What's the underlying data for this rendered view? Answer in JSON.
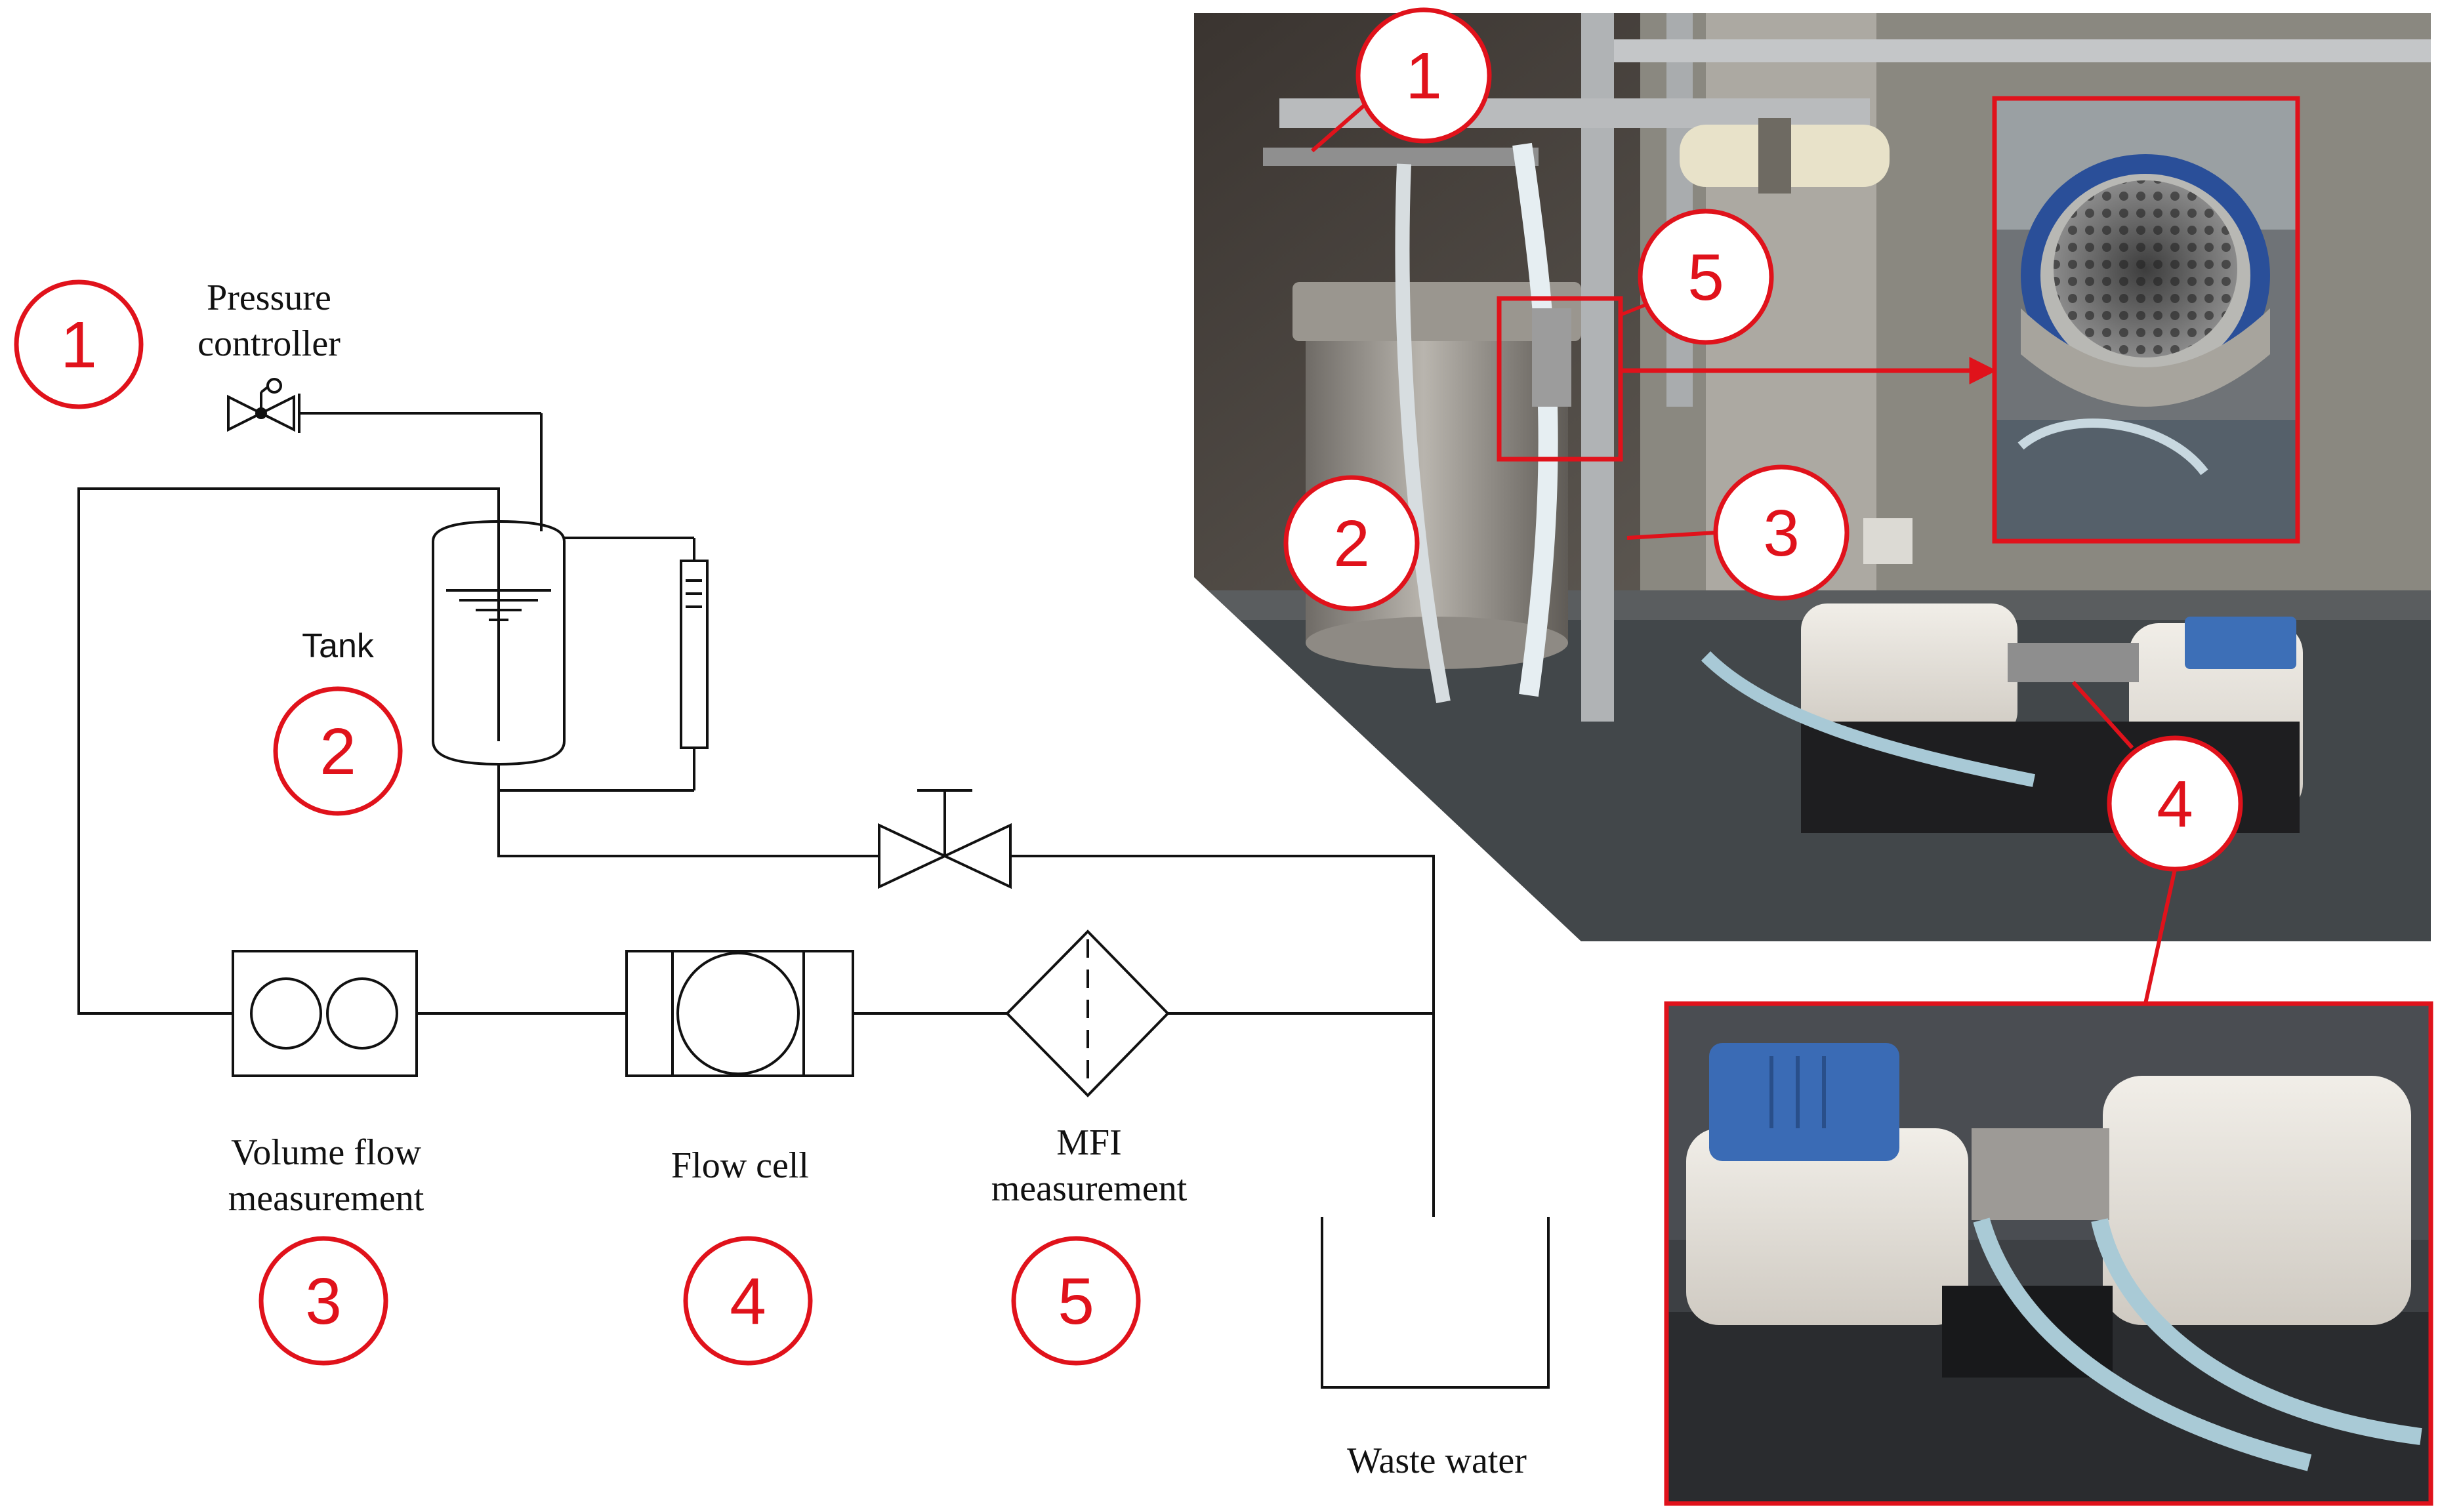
{
  "accent_color": "#e0121b",
  "line_color": "#111111",
  "labels": {
    "pressure_line1": "Pressure",
    "pressure_line2": "controller",
    "tank": "Tank",
    "volume_line1": "Volume flow",
    "volume_line2": "measurement",
    "flow_cell": "Flow cell",
    "mfi_line1": "MFI",
    "mfi_line2": "measurement",
    "waste": "Waste water"
  },
  "markers": {
    "diagram": [
      "1",
      "2",
      "3",
      "4",
      "5"
    ],
    "photo": [
      "1",
      "5",
      "2",
      "3",
      "4"
    ]
  },
  "photos": {
    "main": "setup-photo",
    "inset_zoom": "mfi-filter-zoom-photo",
    "inset_flow_cell": "flow-cell-photo"
  }
}
